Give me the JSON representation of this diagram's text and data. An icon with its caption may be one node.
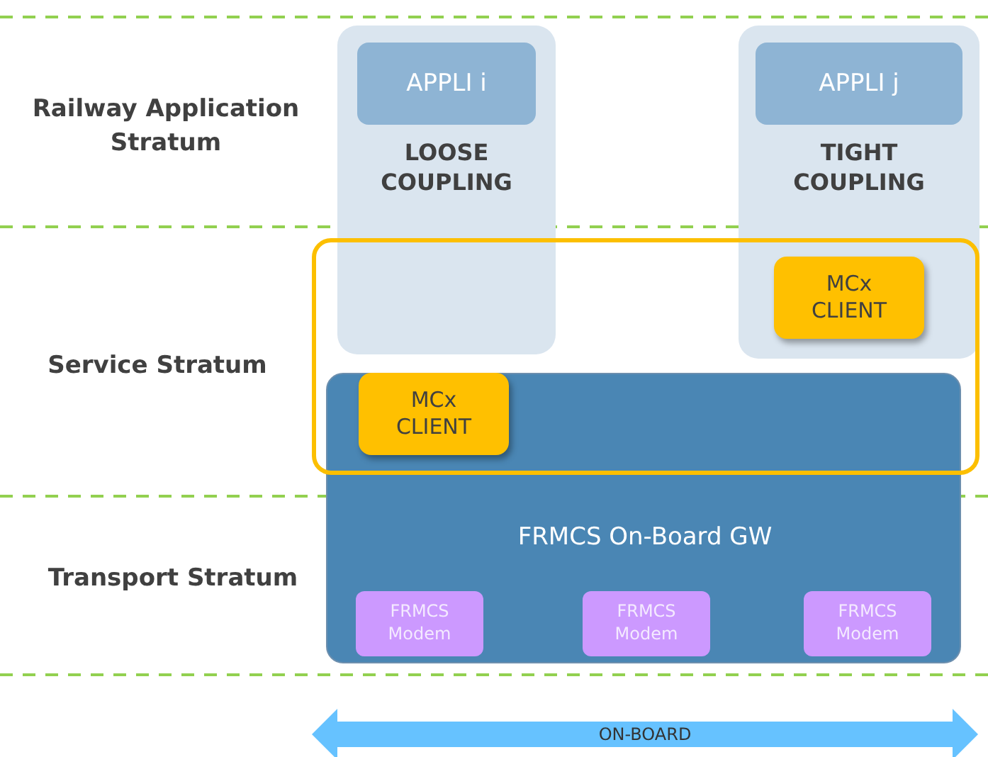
{
  "diagram": {
    "nodes": [
      {
        "text": [
          "LOOSE COUPLING"
        ]
      },
      {
        "text": [
          "APPLI i"
        ],
        "in": 0
      },
      {
        "text": [
          "TIGHT COUPLING"
        ]
      },
      {
        "text": [
          "APPLI j"
        ],
        "in": 2
      },
      {
        "text": [
          "MCx CLIENT"
        ],
        "in": 2
      },
      {
        "text": [
          "FRMCS On-Board GW"
        ]
      },
      {
        "text": [
          "MCx CLIENT"
        ],
        "in": 5
      },
      {
        "text": [
          "FRMCS Modem"
        ],
        "in": 5
      },
      {
        "text": [
          "FRMCS Modem"
        ],
        "in": 5
      },
      {
        "text": [
          "FRMCS Modem"
        ],
        "in": 5
      }
    ],
    "edges": [],
    "labels": [
      "Railway Application Stratum",
      "Service Stratum",
      "Transport Stratum",
      "ON-BOARD"
    ]
  }
}
